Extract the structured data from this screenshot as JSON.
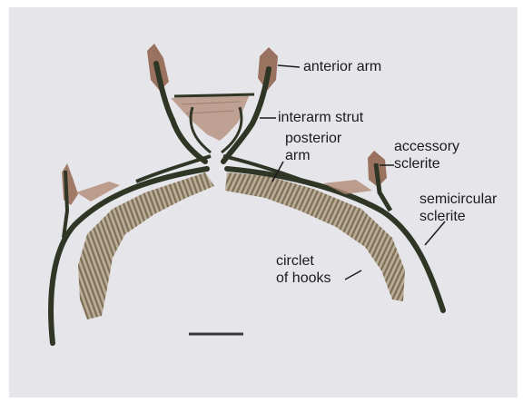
{
  "colors": {
    "background": "#e6e6ea",
    "sclerite": "#2f3626",
    "hooks": "#8a7b63",
    "membrane": "#a07a66",
    "label_text": "#1b1b1b"
  },
  "labels": {
    "anterior_arm": "anterior arm",
    "interarm_strut": "interarm strut",
    "posterior_arm": [
      "posterior",
      "arm"
    ],
    "accessory_sclerite": [
      "accessory",
      "sclerite"
    ],
    "semicircular_sclerite": [
      "semicircular",
      "sclerite"
    ],
    "circlet_of_hooks": [
      "circlet",
      "of hooks"
    ]
  }
}
